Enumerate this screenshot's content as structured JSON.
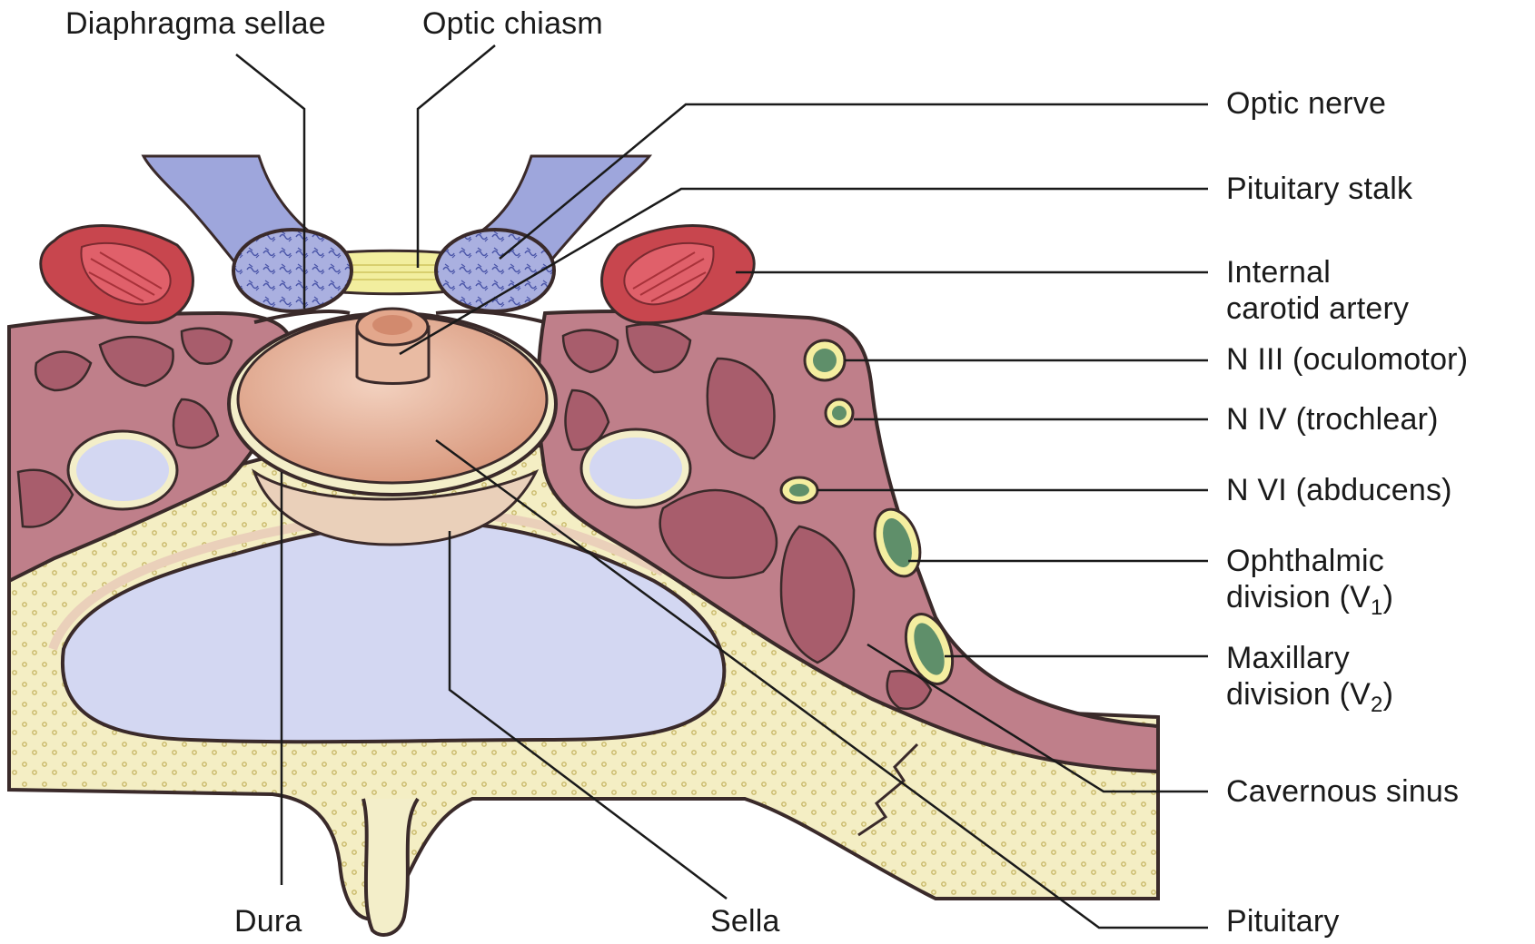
{
  "labels": {
    "diaphragma_sellae": "Diaphragma sellae",
    "optic_chiasm": "Optic chiasm",
    "optic_nerve": "Optic nerve",
    "pituitary_stalk": "Pituitary stalk",
    "internal_carotid_artery_line1": "Internal",
    "internal_carotid_artery_line2": "carotid artery",
    "n_iii": "N III (oculomotor)",
    "n_iv": "N IV (trochlear)",
    "n_vi": "N VI (abducens)",
    "ophthalmic_line1": "Ophthalmic",
    "ophthalmic_line2": "division (V",
    "ophthalmic_sub": "1",
    "ophthalmic_close": ")",
    "maxillary_line1": "Maxillary",
    "maxillary_line2": "division (V",
    "maxillary_sub": "2",
    "maxillary_close": ")",
    "cavernous_sinus": "Cavernous sinus",
    "dura": "Dura",
    "sella": "Sella",
    "pituitary": "Pituitary"
  },
  "colors": {
    "optic_nerve_fill": "#9ea6dc",
    "chiasm_fill": "#f2ee9e",
    "carotid_outer": "#c8464e",
    "carotid_inner": "#e8737a",
    "pituitary_fill": "#e3aa8c",
    "sinus_tissue": "#bf7f8a",
    "sinus_lobules": "#a85d6c",
    "bone_fill": "#f3eec9",
    "dura_fill": "#ead0ba",
    "sphenoid_sinus_fill": "#d4d8f2",
    "outline": "#3a2a2a"
  }
}
